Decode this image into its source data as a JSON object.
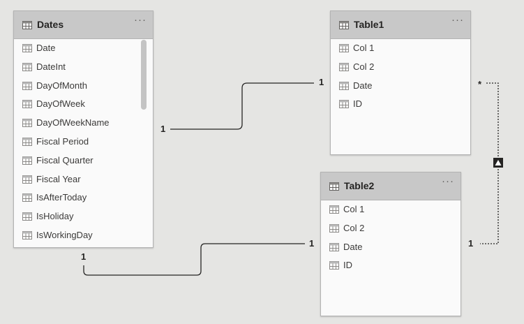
{
  "tables": {
    "dates": {
      "title": "Dates",
      "fields": [
        "Date",
        "DateInt",
        "DayOfMonth",
        "DayOfWeek",
        "DayOfWeekName",
        "Fiscal Period",
        "Fiscal Quarter",
        "Fiscal Year",
        "IsAfterToday",
        "IsHoliday",
        "IsWorkingDay"
      ]
    },
    "table1": {
      "title": "Table1",
      "fields": [
        "Col 1",
        "Col 2",
        "Date",
        "ID"
      ]
    },
    "table2": {
      "title": "Table2",
      "fields": [
        "Col 1",
        "Col 2",
        "Date",
        "ID"
      ]
    },
    "more_glyph": "···"
  },
  "relationships": {
    "dates_table1": {
      "from_label": "1",
      "to_label": "1"
    },
    "dates_table2": {
      "from_label": "1",
      "to_label": "1"
    },
    "table1_table2": {
      "from_label": "*",
      "to_label": "1"
    }
  }
}
